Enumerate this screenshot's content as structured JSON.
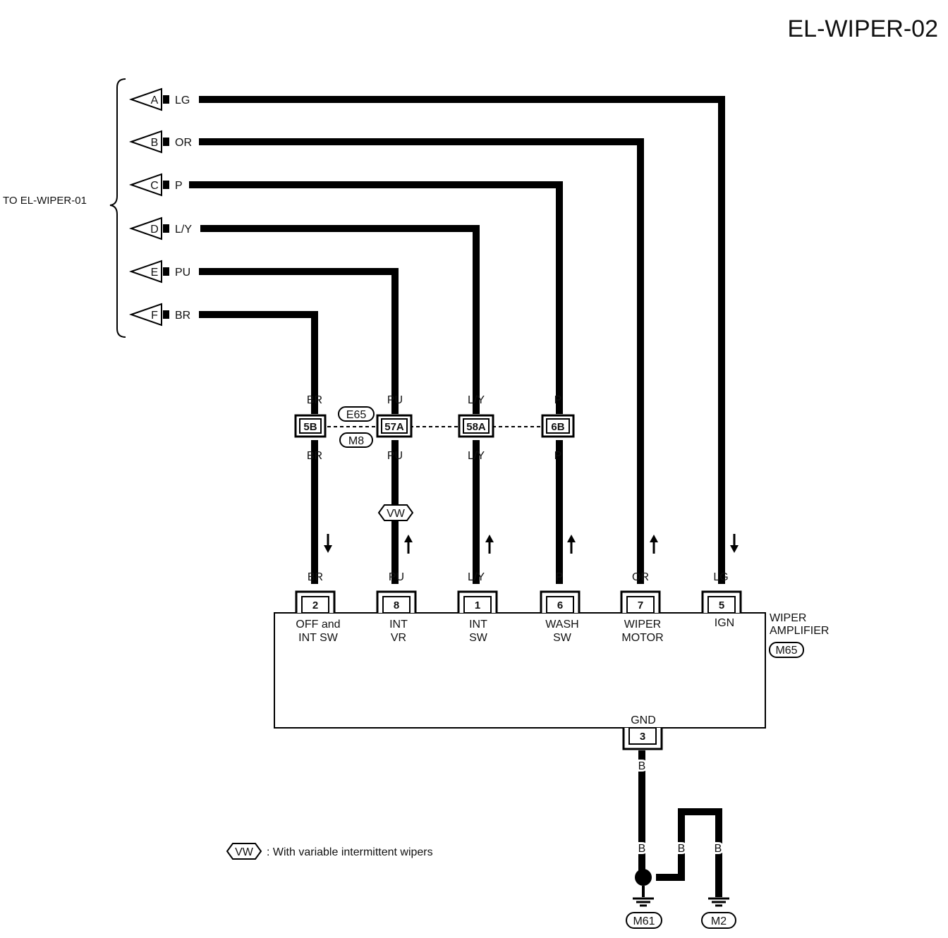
{
  "title": "EL-WIPER-02",
  "to_label": "TO EL-WIPER-01",
  "arrows": [
    {
      "letter": "A",
      "color": "LG"
    },
    {
      "letter": "B",
      "color": "OR"
    },
    {
      "letter": "C",
      "color": "P"
    },
    {
      "letter": "D",
      "color": "L/Y"
    },
    {
      "letter": "E",
      "color": "PU"
    },
    {
      "letter": "F",
      "color": "BR"
    }
  ],
  "connectors": {
    "upper_ref": "E65",
    "lower_ref": "M8",
    "pins": [
      {
        "id": "5B",
        "top_color": "BR",
        "bottom_color": "BR"
      },
      {
        "id": "57A",
        "top_color": "PU",
        "bottom_color": "PU"
      },
      {
        "id": "58A",
        "top_color": "L/Y",
        "bottom_color": "L/Y"
      },
      {
        "id": "6B",
        "top_color": "P",
        "bottom_color": "P"
      }
    ]
  },
  "vw_tag": "VW",
  "amplifier": {
    "name_line1": "WIPER",
    "name_line2": "AMPLIFIER",
    "ref": "M65",
    "gnd_label": "GND",
    "gnd_pin": "3",
    "gnd_wire": "B",
    "terminals": [
      {
        "pin": "2",
        "wire": "BR",
        "line1": "OFF and",
        "line2": "INT SW"
      },
      {
        "pin": "8",
        "wire": "PU",
        "line1": "INT",
        "line2": "VR"
      },
      {
        "pin": "1",
        "wire": "L/Y",
        "line1": "INT",
        "line2": "SW"
      },
      {
        "pin": "6",
        "wire": "P",
        "line1": "WASH",
        "line2": "SW"
      },
      {
        "pin": "7",
        "wire": "OR",
        "line1": "WIPER",
        "line2": "MOTOR"
      },
      {
        "pin": "5",
        "wire": "LG",
        "line1": "IGN",
        "line2": ""
      }
    ]
  },
  "grounds": [
    {
      "wire": "B",
      "ref": "M61"
    },
    {
      "wire": "B",
      "ref": "M2"
    }
  ],
  "junction_wire": "B",
  "legend": {
    "tag": "VW",
    "text": ": With variable intermittent wipers"
  }
}
